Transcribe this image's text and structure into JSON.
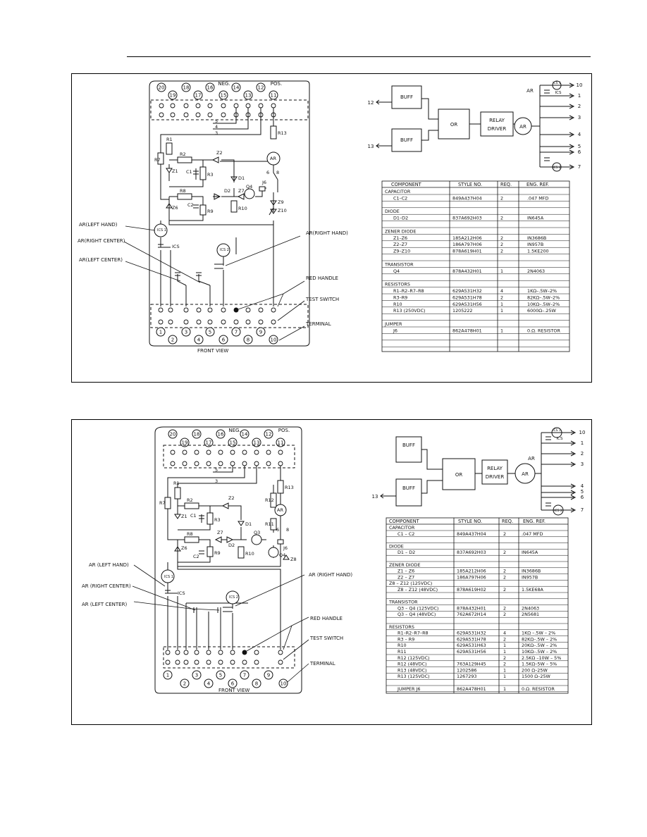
{
  "panel1": {
    "terminals_top_row1": [
      "20",
      "18",
      "16",
      "NEG.",
      "14",
      "12",
      "POS."
    ],
    "terminals_top_row2": [
      "19",
      "17",
      "15",
      "13",
      "11"
    ],
    "terminals_bottom_row1": [
      "1",
      "3",
      "5",
      "7",
      "9"
    ],
    "terminals_bottom_row2": [
      "2",
      "4",
      "6",
      "8",
      "10"
    ],
    "components": [
      "R7",
      "R1",
      "R2",
      "R3",
      "R13",
      "R8",
      "R9",
      "R10",
      "C1",
      "C2",
      "Z1",
      "Z2",
      "Z6",
      "Z7",
      "Z9",
      "Z10",
      "D1",
      "D2",
      "Q4",
      "J6",
      "AR",
      "ICS",
      "ICS 1",
      "ICS 2",
      "6",
      "8",
      "5",
      "4",
      "3"
    ],
    "callouts": {
      "ar_left_hand": "AR(LEFT HAND)",
      "ar_right_center": "AR(RIGHT CENTER)",
      "ar_left_center": "AR(LEFT CENTER)",
      "ar_right_hand": "AR(RIGHT HAND)",
      "red_handle": "RED HANDLE",
      "test_switch": "TEST SWITCH",
      "terminal": "TERMINAL"
    },
    "front_view": "FRONT VIEW",
    "block": {
      "buff1": "BUFF",
      "buff2": "BUFF",
      "or": "OR",
      "relay": "RELAY",
      "driver": "DRIVER",
      "ar": "AR",
      "out_12": "12",
      "out_13": "13",
      "ar_lbl": "AR",
      "ics1": "ICS 1",
      "ics2": "ICS 2",
      "ics": "ICS",
      "outputs": [
        "10",
        "1",
        "2",
        "3",
        "4",
        "5",
        "6",
        "7"
      ]
    },
    "table": {
      "headers": [
        "COMPONENT",
        "STYLE NO.",
        "REQ.",
        "ENG. REF."
      ],
      "rows": [
        [
          "CAPACITOR",
          "",
          "",
          ""
        ],
        [
          "C1–C2",
          "849A437H04",
          "2",
          ".047 MFD"
        ],
        [
          "",
          "",
          "",
          ""
        ],
        [
          "DIODE",
          "",
          "",
          ""
        ],
        [
          "D1–D2",
          "837A692H03",
          "2",
          "IN645A"
        ],
        [
          "",
          "",
          "",
          ""
        ],
        [
          "ZENER DIODE",
          "",
          "",
          ""
        ],
        [
          "Z1–Z6",
          "185A212H06",
          "2",
          "IN3686B"
        ],
        [
          "Z2–Z7",
          "186A797H06",
          "2",
          "IN957B"
        ],
        [
          "Z9–Z10",
          "878A619H01",
          "2",
          "1.5KE200"
        ],
        [
          "",
          "",
          "",
          ""
        ],
        [
          "TRANSISTOR",
          "",
          "",
          ""
        ],
        [
          "Q4",
          "878A432H01",
          "1",
          "2N4063"
        ],
        [
          "",
          "",
          "",
          ""
        ],
        [
          "RESISTORS",
          "",
          "",
          ""
        ],
        [
          "R1–R2–R7–R8",
          "629A531H32",
          "4",
          "1KΩ–.5W–2%"
        ],
        [
          "R3–R9",
          "629A531H78",
          "2",
          "82KΩ–.5W–2%"
        ],
        [
          "R10",
          "629A531H56",
          "1",
          "10KΩ–.5W–2%"
        ],
        [
          "R13 (250VDC)",
          "1205222",
          "1",
          "6000Ω–.25W"
        ],
        [
          "",
          "",
          "",
          ""
        ],
        [
          "JUMPER",
          "",
          "",
          ""
        ],
        [
          "J6",
          "862A478H01",
          "1",
          "0.Ω. RESISTOR"
        ],
        [
          "",
          "",
          "",
          ""
        ],
        [
          "",
          "",
          "",
          ""
        ]
      ]
    }
  },
  "panel2": {
    "terminals_top_row1": [
      "20",
      "18",
      "16",
      "NEG.",
      "14",
      "12",
      "POS."
    ],
    "terminals_top_row2": [
      "19",
      "17",
      "15",
      "13",
      "11"
    ],
    "terminals_bottom_row1": [
      "1",
      "3",
      "5",
      "7",
      "9"
    ],
    "terminals_bottom_row2": [
      "2",
      "4",
      "6",
      "8",
      "10"
    ],
    "components": [
      "R1",
      "R7",
      "R2",
      "R3",
      "R13",
      "R12",
      "R8",
      "R9",
      "R10",
      "R11",
      "C1",
      "C2",
      "Z1",
      "Z2",
      "Z6",
      "Z7",
      "Z8",
      "D1",
      "D2",
      "Q3",
      "Q4",
      "J6",
      "AR",
      "ICS",
      "ICS 1",
      "ICS 2",
      "6",
      "8",
      "5",
      "3"
    ],
    "callouts": {
      "ar_left_hand": "AR (LEFT HAND)",
      "ar_right_center": "AR (RIGHT CENTER)",
      "ar_left_center": "AR (LEFT CENTER)",
      "ar_right_hand": "AR (RIGHT HAND)",
      "red_handle": "RED HANDLE",
      "test_switch": "TEST SWITCH",
      "terminal": "TERMINAL"
    },
    "front_view": "FRONT VIEW",
    "block": {
      "buff1": "BUFF",
      "buff2": "BUFF",
      "or": "OR",
      "relay": "RELAY",
      "driver": "DRIVER",
      "ar": "AR",
      "out_13": "13",
      "ar_lbl": "AR",
      "ics1": "ICS 1",
      "ics2": "ICS 2",
      "ics": "ICS",
      "outputs": [
        "10",
        "1",
        "2",
        "3",
        "4",
        "5",
        "6",
        "7"
      ]
    },
    "table": {
      "headers": [
        "COMPONENT",
        "STYLE NO.",
        "REQ.",
        "ENG. REF."
      ],
      "rows": [
        [
          "CAPACITOR",
          "",
          "",
          ""
        ],
        [
          "C1 – C2",
          "849A437H04",
          "2",
          ".047 MFD"
        ],
        [
          "",
          "",
          "",
          ""
        ],
        [
          "DIODE",
          "",
          "",
          ""
        ],
        [
          "D1 – D2",
          "837A692H03",
          "2",
          "IN645A"
        ],
        [
          "",
          "",
          "",
          ""
        ],
        [
          "ZENER DIODE",
          "",
          "",
          ""
        ],
        [
          "Z1 – Z6",
          "185A212H06",
          "2",
          "IN3686B"
        ],
        [
          "Z2 – Z7",
          "186A797H06",
          "2",
          "IN957B"
        ],
        [
          "Z8 – Z12 (125VDC)",
          "",
          "",
          ""
        ],
        [
          "Z8 – Z12 (48VDC)",
          "878A619H02",
          "2",
          "1.5KE68A"
        ],
        [
          "",
          "",
          "",
          ""
        ],
        [
          "TRANSISTOR",
          "",
          "",
          ""
        ],
        [
          "Q3 – Q4 (125VDC)",
          "878A432H01",
          "2",
          "2N4063"
        ],
        [
          "Q3 – Q4 (48VDC)",
          "762A672H14",
          "2",
          "2N5681"
        ],
        [
          "",
          "",
          "",
          ""
        ],
        [
          "RESISTORS",
          "",
          "",
          ""
        ],
        [
          "R1–R2–R7–R8",
          "629A531H32",
          "4",
          "1KΩ –.5W – 2%"
        ],
        [
          "R3 – R9",
          "629A531H78",
          "2",
          "82KΩ–.5W – 2%"
        ],
        [
          "R10",
          "629A531H63",
          "1",
          "20KΩ–.5W – 2%"
        ],
        [
          "R11",
          "629A531H56",
          "1",
          "10KΩ–.5W – 2%"
        ],
        [
          "R12 (125VDC)",
          "",
          "2",
          "2.5KΩ –10W – 5%"
        ],
        [
          "R12 (48VDC)",
          "763A129H45",
          "2",
          "1.5KΩ–5W – 5%"
        ],
        [
          "R13 (48VDC)",
          "1202586",
          "1",
          "200 Ω–25W"
        ],
        [
          "R13 (125VDC)",
          "1267293",
          "1",
          "1500 Ω–25W"
        ],
        [
          "",
          "",
          "",
          ""
        ],
        [
          "JUMPER      J6",
          "862A478H01",
          "1",
          "0.Ω. RESISTOR"
        ]
      ]
    }
  }
}
